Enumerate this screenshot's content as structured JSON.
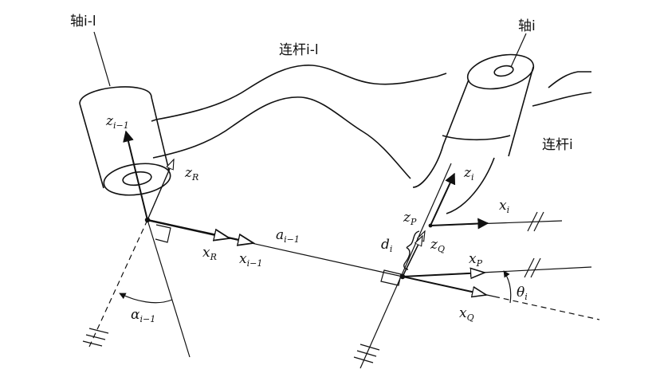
{
  "labels": {
    "axis_prev": "轴i-l",
    "axis_i": "轴i",
    "link_prev": "连杆i-l",
    "link_i": "连杆i",
    "z_prev": {
      "main": "z",
      "sub": "i−1"
    },
    "z_R": {
      "main": "z",
      "sub": "R"
    },
    "x_R": {
      "main": "x",
      "sub": "R"
    },
    "x_prev": {
      "main": "x",
      "sub": "i−1"
    },
    "a_prev": {
      "main": "a",
      "sub": "i−1"
    },
    "alpha_prev": {
      "main": "α",
      "sub": "i−1"
    },
    "z_i": {
      "main": "z",
      "sub": "i"
    },
    "x_i": {
      "main": "x",
      "sub": "i"
    },
    "z_P": {
      "main": "z",
      "sub": "P"
    },
    "z_Q": {
      "main": "z",
      "sub": "Q"
    },
    "d_i": {
      "main": "d",
      "sub": "i"
    },
    "x_P": {
      "main": "x",
      "sub": "P"
    },
    "x_Q": {
      "main": "x",
      "sub": "Q"
    },
    "theta_i": {
      "main": "θ",
      "sub": "i"
    }
  }
}
